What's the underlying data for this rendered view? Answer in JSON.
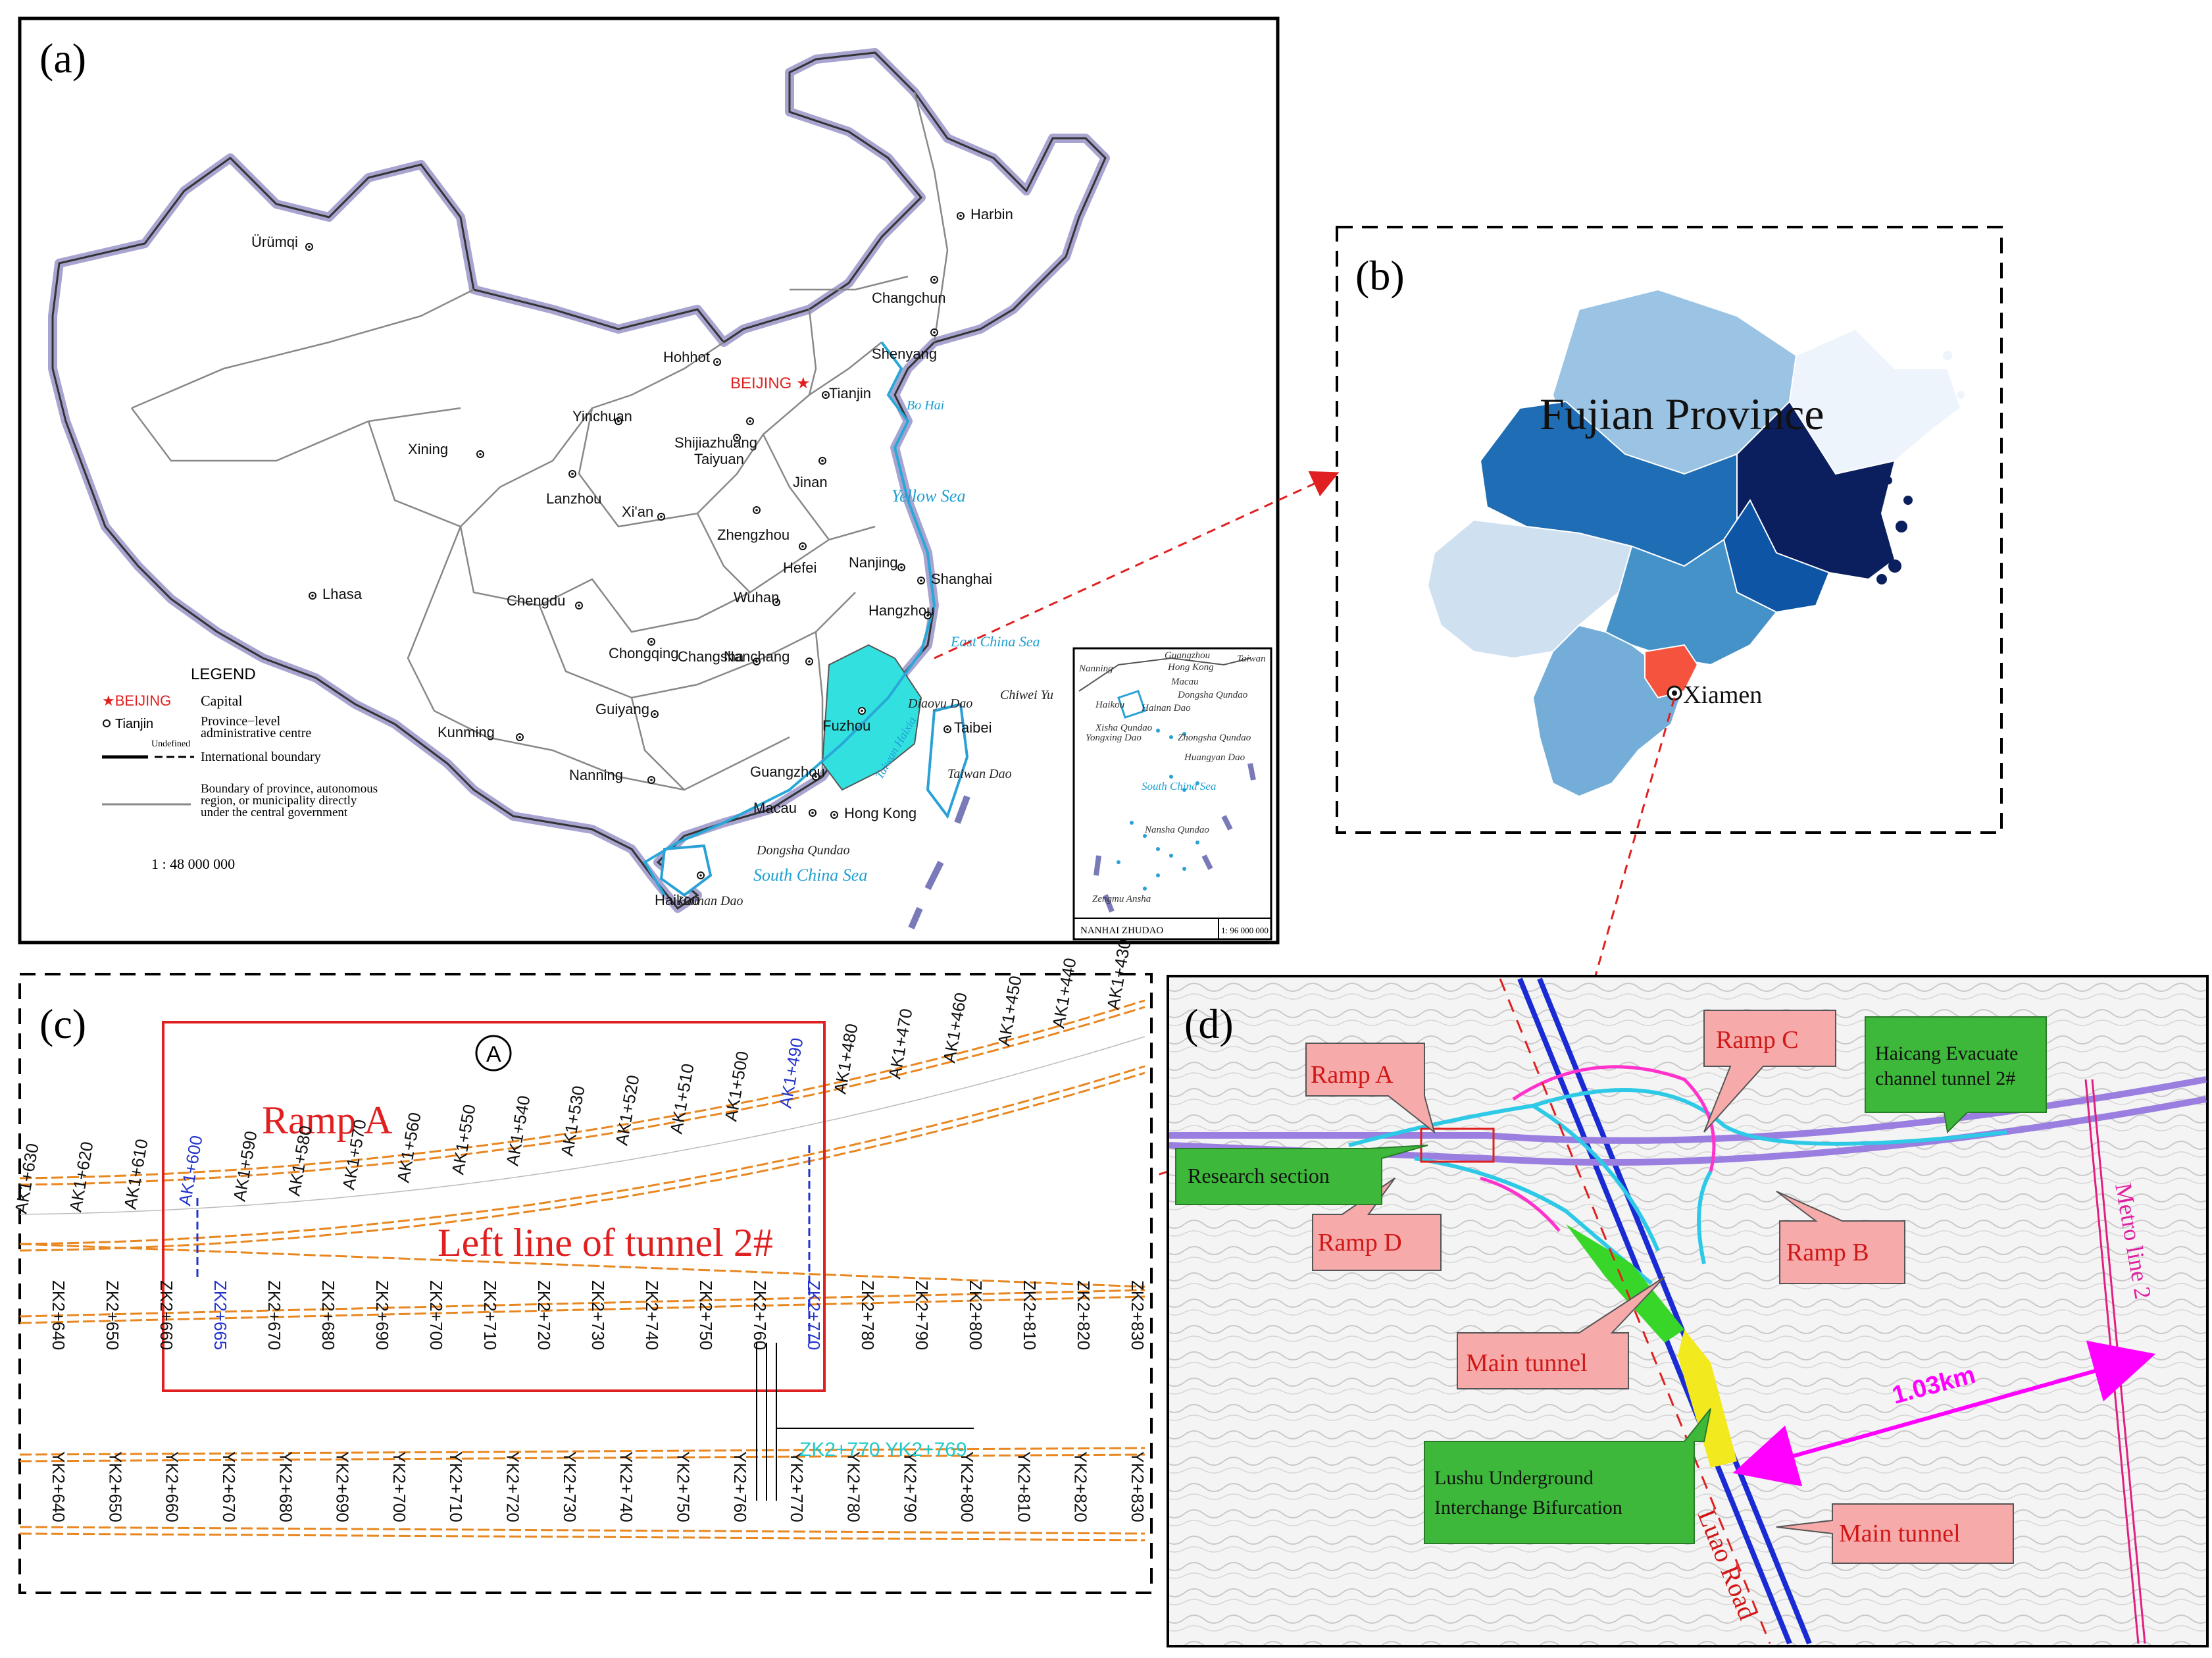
{
  "panels": {
    "a": {
      "label": "(a)"
    },
    "b": {
      "label": "(b)"
    },
    "c": {
      "label": "(c)"
    },
    "d": {
      "label": "(d)"
    }
  },
  "map_a": {
    "cities": [
      {
        "name": "Ürümqi"
      },
      {
        "name": "Harbin"
      },
      {
        "name": "Changchun"
      },
      {
        "name": "Shenyang"
      },
      {
        "name": "Hohhot"
      },
      {
        "name": "BEIJING"
      },
      {
        "name": "Tianjin"
      },
      {
        "name": "Shijiazhuang"
      },
      {
        "name": "Yinchuan"
      },
      {
        "name": "Taiyuan"
      },
      {
        "name": "Jinan"
      },
      {
        "name": "Xining"
      },
      {
        "name": "Lanzhou"
      },
      {
        "name": "Xi'an"
      },
      {
        "name": "Zhengzhou"
      },
      {
        "name": "Nanjing"
      },
      {
        "name": "Shanghai"
      },
      {
        "name": "Hefei"
      },
      {
        "name": "Lhasa"
      },
      {
        "name": "Chengdu"
      },
      {
        "name": "Wuhan"
      },
      {
        "name": "Hangzhou"
      },
      {
        "name": "Chongqing"
      },
      {
        "name": "Changsha"
      },
      {
        "name": "Nanchang"
      },
      {
        "name": "Fuzhou"
      },
      {
        "name": "Taibei"
      },
      {
        "name": "Guiyang"
      },
      {
        "name": "Kunming"
      },
      {
        "name": "Nanning"
      },
      {
        "name": "Guangzhou"
      },
      {
        "name": "Macau"
      },
      {
        "name": "Hong Kong"
      },
      {
        "name": "Haikou"
      }
    ],
    "seas": {
      "bo_hai": "Bo Hai",
      "yellow_sea": "Yellow Sea",
      "east_china_sea": "East China Sea",
      "south_china_sea": "South China Sea",
      "taiwan_haixia": "Taiwan Haixia"
    },
    "islands": {
      "diaoyu": "Diaoyu Dao",
      "chiwei": "Chiwei Yu",
      "taiwan": "Taiwan Dao",
      "dongsha": "Dongsha Qundao",
      "hainan": "Hainan Dao"
    },
    "legend": {
      "title": "LEGEND",
      "capital_symbol": "★BEIJING",
      "capital_text": "Capital",
      "province_symbol": "Tianjin",
      "province_text_1": "Province−level",
      "province_text_2": "administrative centre",
      "undefined": "Undefined",
      "intl_boundary": "International boundary",
      "prov_boundary_1": "Boundary of province, autonomous",
      "prov_boundary_2": "region, or municipality directly",
      "prov_boundary_3": "under the central government",
      "scale": "1 : 48 000 000"
    },
    "inset": {
      "labels": [
        "Guangzhou",
        "Hong Kong",
        "Taiwan",
        "Nanning",
        "Macau",
        "Haikou",
        "Hainan Dao",
        "Dongsha Qundao",
        "Xisha Qundao",
        "Yongxing Dao",
        "Zhongsha Qundao",
        "Huangyan Dao",
        "South China Sea",
        "Nansha Qundao",
        "Zengmu Ansha"
      ],
      "footer_name": "NANHAI ZHUDAO",
      "footer_scale": "1: 96 000 000"
    }
  },
  "map_b": {
    "title": "Fujian Province",
    "city": "Xiamen",
    "colors": {
      "dark_navy": "#0b1f5e",
      "mid_blue": "#1f6db4",
      "light_blue": "#9bc3e3",
      "pale_blue": "#cfe0f1",
      "very_pale": "#eef4fb",
      "steel_blue": "#4592c9",
      "medium": "#0e55a6",
      "sky": "#74aed8",
      "xiamen_red": "#f5533d"
    }
  },
  "panel_c": {
    "circle_label": "A",
    "ramp_a": "Ramp A",
    "left_line": "Left line of tunnel 2#",
    "ak_stations": [
      "AK1+630",
      "AK1+620",
      "AK1+610",
      "AK1+600",
      "AK1+590",
      "AK1+580",
      "AK1+570",
      "AK1+560",
      "AK1+550",
      "AK1+540",
      "AK1+530",
      "AK1+520",
      "AK1+510",
      "AK1+500",
      "AK1+490",
      "AK1+480",
      "AK1+470",
      "AK1+460",
      "AK1+450",
      "AK1+440",
      "AK1+430"
    ],
    "zk_stations": [
      "ZK2+640",
      "ZK2+650",
      "ZK2+660",
      "ZK2+665",
      "ZK2+670",
      "ZK2+680",
      "ZK2+690",
      "ZK2+700",
      "ZK2+710",
      "ZK2+720",
      "ZK2+730",
      "ZK2+740",
      "ZK2+750",
      "ZK2+760",
      "ZK2+770",
      "ZK2+780",
      "ZK2+790",
      "ZK2+800",
      "ZK2+810",
      "ZK2+820",
      "ZK2+830"
    ],
    "yk_stations": [
      "YK2+640",
      "YK2+650",
      "YK2+660",
      "YK2+670",
      "YK2+680",
      "YK2+690",
      "YK2+700",
      "YK2+710",
      "YK2+720",
      "YK2+730",
      "YK2+740",
      "YK2+750",
      "YK2+760",
      "YK2+770",
      "YK2+780",
      "YK2+790",
      "YK2+800",
      "YK2+810",
      "YK2+820",
      "YK2+830"
    ],
    "callout": "ZK2+770  YK2+769"
  },
  "panel_d": {
    "ramp_a": "Ramp A",
    "ramp_b": "Ramp B",
    "ramp_c": "Ramp C",
    "ramp_d": "Ramp D",
    "research": "Research section",
    "haicang_1": "Haicang Evacuate",
    "haicang_2": "channel tunnel 2#",
    "main_tunnel_1": "Main tunnel",
    "main_tunnel_2": "Main tunnel",
    "lushu_1": "Lushu Underground",
    "lushu_2": "Interchange Bifurcation",
    "luao": "Luao Road",
    "metro": "Metro line 2",
    "distance": "1.03km"
  }
}
